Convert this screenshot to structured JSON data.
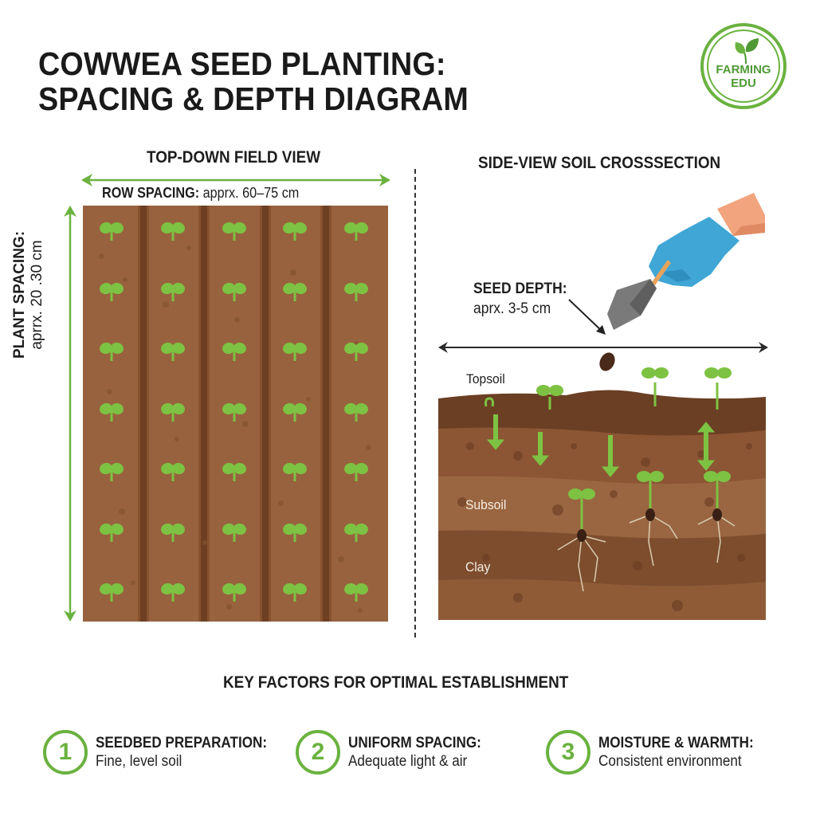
{
  "header": {
    "title_line1": "COWWEA SEED PLANTING:",
    "title_line2": "SPACING & DEPTH DIAGRAM"
  },
  "logo": {
    "line1": "FARMING",
    "line2": "EDU",
    "icon": "leaf-icon",
    "color": "#6ab23f"
  },
  "top_down": {
    "section_title": "TOP-DOWN FIELD VIEW",
    "row_spacing_label": "ROW SPACING:",
    "row_spacing_value": "apprx. 60–75 cm",
    "plant_spacing_label": "PLANT SPACING:",
    "plant_spacing_value": "aprrx. 20 .30 cm",
    "rows": 5,
    "plants_per_row": 7,
    "soil_color": "#98623e",
    "sprout_color": "#7dc242",
    "arrow_color": "#6ab23f"
  },
  "side_view": {
    "section_title": "SIDE-VIEW SOIL CROSSSECTION",
    "seed_depth_label": "SEED DEPTH:",
    "seed_depth_value": "aprx. 3-5 cm",
    "layers": [
      {
        "label": "Topsoil",
        "color": "#6b3f24"
      },
      {
        "label": "Subsoil",
        "color": "#91603c"
      },
      {
        "label": "Clay",
        "color": "#7d4d2e"
      }
    ],
    "tool": "trowel-icon",
    "glove_color": "#3fa6d6"
  },
  "key_factors": {
    "title": "KEY FACTORS FOR OPTIMAL ESTABLISHMENT",
    "items": [
      {
        "number": "1",
        "heading": "SEEDBED PREPARATION:",
        "detail": "Fine, level soil"
      },
      {
        "number": "2",
        "heading": "UNIFORM SPACING:",
        "detail": "Adequate light & air"
      },
      {
        "number": "3",
        "heading": "MOISTURE & WARMTH:",
        "detail": "Consistent environment"
      }
    ]
  }
}
